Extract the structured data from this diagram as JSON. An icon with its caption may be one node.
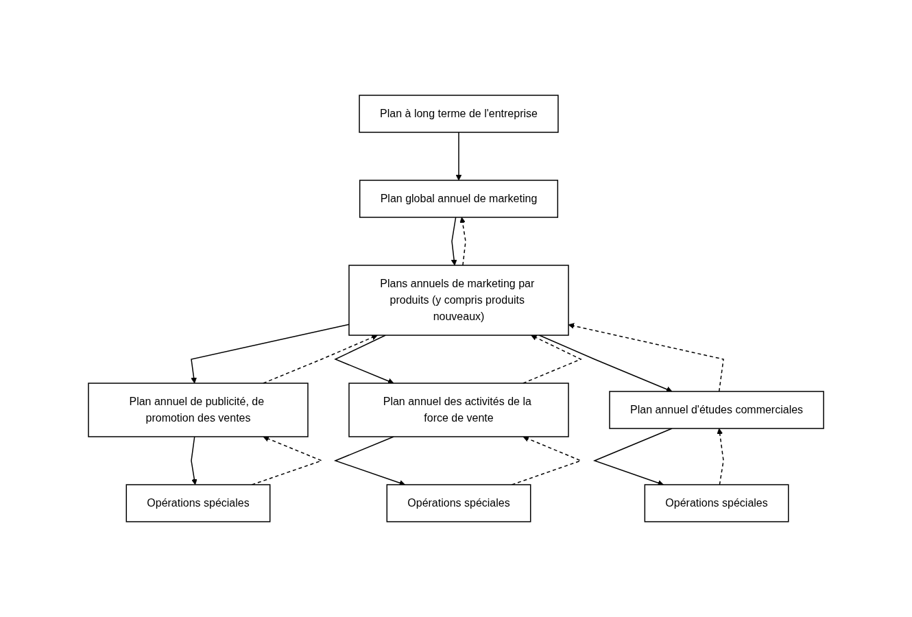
{
  "diagram": {
    "nodes": [
      {
        "text": [
          "Plan à long terme de l'entreprise"
        ]
      },
      {
        "text": [
          "Plan global annuel de marketing"
        ]
      },
      {
        "text": [
          "Plans annuels de marketing par produits (y compris produits nouveaux)"
        ]
      },
      {
        "text": [
          "Plan annuel de publicité, de promotion des ventes"
        ]
      },
      {
        "text": [
          "Plan annuel des activités de la force de vente"
        ]
      },
      {
        "text": [
          "Plan annuel d'études commerciales"
        ]
      },
      {
        "text": [
          "Opérations spéciales"
        ]
      },
      {
        "text": [
          "Opérations spéciales"
        ]
      },
      {
        "text": [
          "Opérations spéciales"
        ]
      }
    ],
    "edges": [
      {
        "from": 0,
        "to": 1,
        "arrow": "to"
      },
      {
        "from": 1,
        "to": 2,
        "arrow": "to"
      },
      {
        "from": 2,
        "to": 1,
        "arrow": "to",
        "style": "dashed"
      },
      {
        "from": 3,
        "to": 2,
        "arrow": "to",
        "style": "dashed"
      },
      {
        "from": 5,
        "to": 2,
        "arrow": "to",
        "style": "dashed"
      },
      {
        "from": 2,
        "to": 3,
        "arrow": "to"
      },
      {
        "from": 2,
        "to": 4,
        "arrow": "to"
      },
      {
        "from": 2,
        "to": 5,
        "arrow": "to"
      },
      {
        "from": 4,
        "to": 2,
        "arrow": "to",
        "style": "dashed"
      },
      {
        "from": 3,
        "to": 6,
        "arrow": "to"
      },
      {
        "from": 6,
        "to": 3,
        "arrow": "to",
        "style": "dashed"
      },
      {
        "from": 4,
        "to": 7,
        "arrow": "to"
      },
      {
        "from": 7,
        "to": 4,
        "arrow": "to",
        "style": "dashed"
      },
      {
        "from": 5,
        "to": 8,
        "arrow": "to"
      },
      {
        "from": 8,
        "to": 5,
        "arrow": "to",
        "style": "dashed"
      }
    ]
  }
}
